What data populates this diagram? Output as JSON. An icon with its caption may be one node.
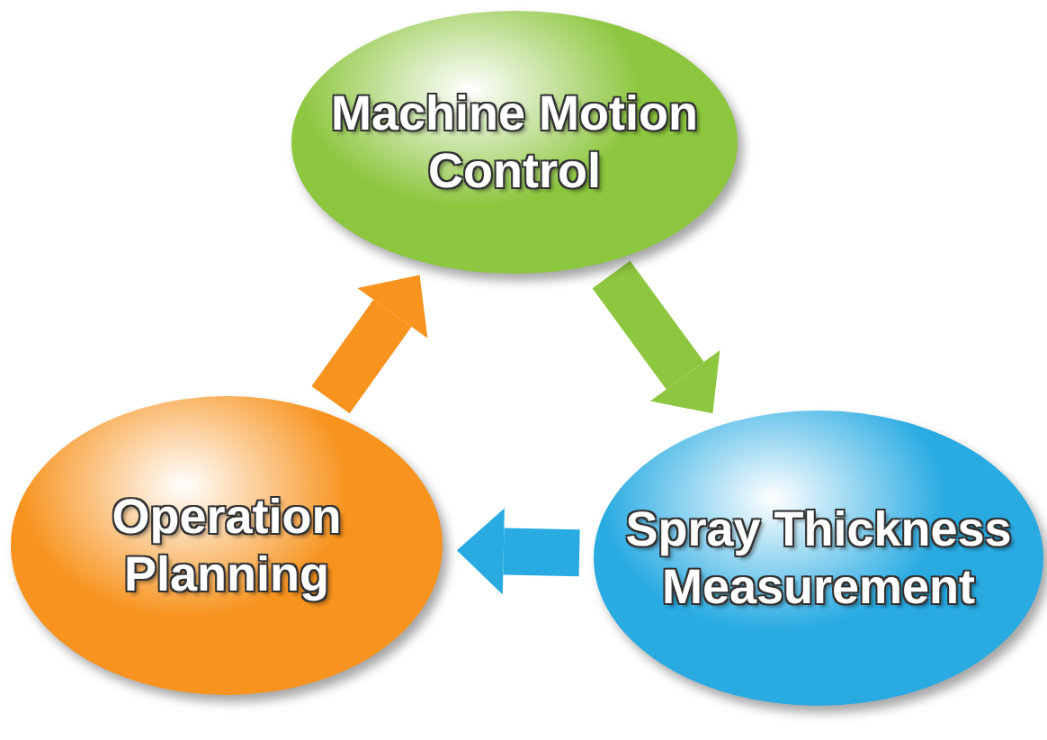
{
  "diagram": {
    "nodes": [
      {
        "text": [
          "Machine Motion Control"
        ]
      },
      {
        "text": [
          "Spray Thickness Measurement"
        ]
      },
      {
        "text": [
          "Operation Planning"
        ]
      }
    ],
    "edges": [
      {
        "from": 0,
        "to": 1,
        "arrow": "to",
        "color": "#8dc63f"
      },
      {
        "from": 1,
        "to": 2,
        "arrow": "to",
        "color": "#29abe2"
      },
      {
        "from": 2,
        "to": 0,
        "arrow": "to",
        "color": "#f7931e"
      }
    ]
  }
}
